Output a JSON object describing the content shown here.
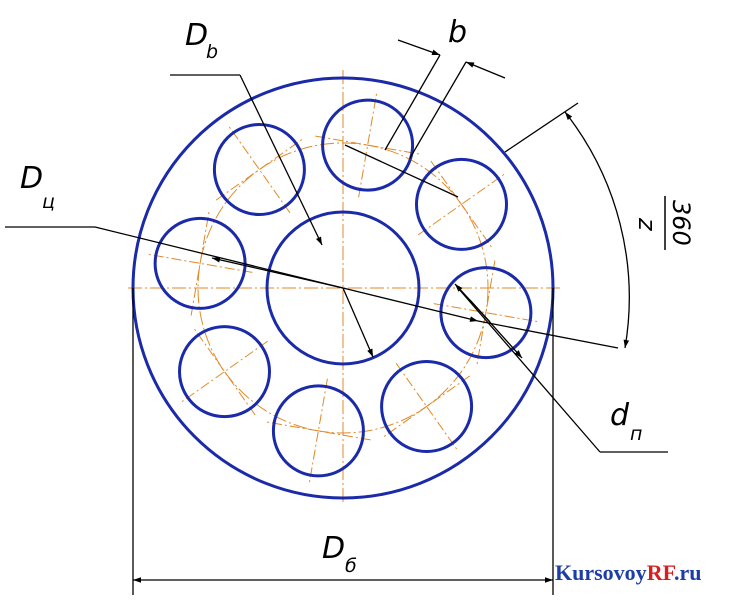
{
  "labels": {
    "d_b_main": "D",
    "d_b_sub": "b",
    "b": "b",
    "d_c_main": "D",
    "d_c_sub": "ц",
    "angle_num": "360",
    "angle_den": "z",
    "d_p_main": "d",
    "d_p_sub": "п",
    "d_bb_main": "D",
    "d_bb_sub": "б"
  },
  "watermark": {
    "part1": "Kursovoy",
    "part2": "RF",
    "part3": ".ru"
  },
  "colors": {
    "outline": "#1a2aa8",
    "centerline": "#e08a2a",
    "dimension": "#000000",
    "watermark_blue": "#1f3da8",
    "watermark_red": "#d62020"
  },
  "diagram": {
    "hole_count": 8
  }
}
